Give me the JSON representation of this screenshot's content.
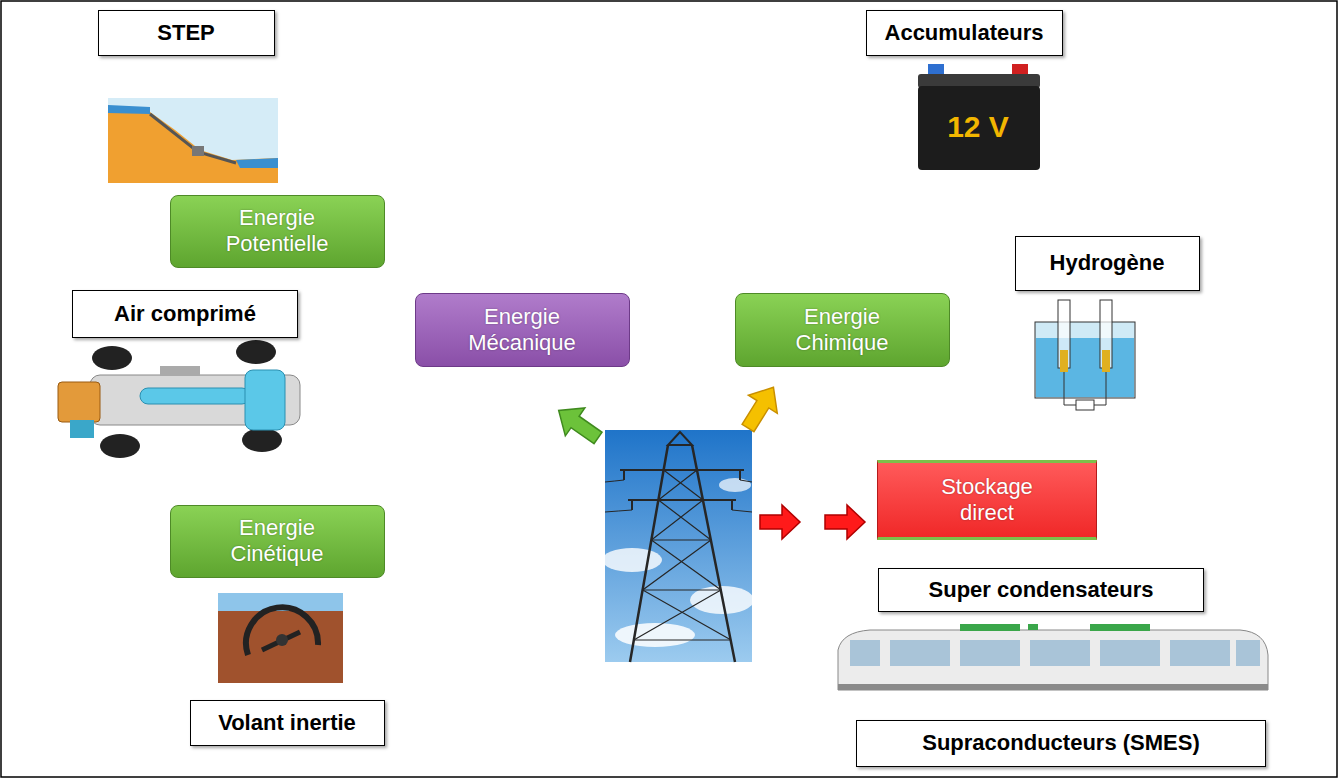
{
  "diagram": {
    "nodes": [
      {
        "text": [
          "STEP"
        ]
      },
      {
        "text": [
          "Accumulateurs"
        ]
      },
      {
        "text": [
          "Energie Potentielle"
        ]
      },
      {
        "text": [
          "Hydrogène"
        ]
      },
      {
        "text": [
          "Air comprimé"
        ]
      },
      {
        "text": [
          "Energie Mécanique"
        ]
      },
      {
        "text": [
          "Energie Chimique"
        ]
      },
      {
        "text": [
          "Stockage direct"
        ]
      },
      {
        "text": [
          "Energie Cinétique"
        ]
      },
      {
        "text": [
          "Super condensateurs"
        ]
      },
      {
        "text": [
          "Volant inertie"
        ]
      },
      {
        "text": [
          "Supraconducteurs (SMES)"
        ]
      }
    ],
    "edges": [
      {
        "from": 5,
        "to": 2,
        "arrow": "to"
      },
      {
        "from": 5,
        "to": 8,
        "arrow": "to"
      },
      {
        "from": 6,
        "to": 1,
        "arrow": "to"
      },
      {
        "from": 6,
        "to": 3,
        "arrow": "to"
      }
    ],
    "labels": [
      "12 V"
    ]
  }
}
